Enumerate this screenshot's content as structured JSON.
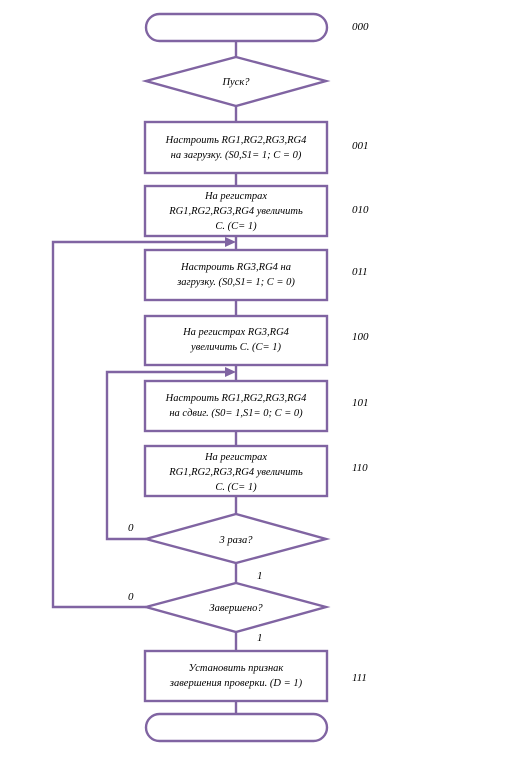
{
  "start": {
    "text": ""
  },
  "end": {
    "text": ""
  },
  "decisions": {
    "start_question": "Пуск?",
    "three_times": "3 раза?",
    "finished": "Завершено?"
  },
  "steps": [
    {
      "code": "001",
      "lines": [
        "Настроить RG1,RG2,RG3,RG4",
        "на загрузку. (S0,S1= 1; C = 0)"
      ]
    },
    {
      "code": "010",
      "lines": [
        "На регистрах",
        "RG1,RG2,RG3,RG4 увеличить",
        "C. (C= 1)"
      ]
    },
    {
      "code": "011",
      "lines": [
        "Настроить RG3,RG4 на",
        "загрузку. (S0,S1= 1; C = 0)"
      ]
    },
    {
      "code": "100",
      "lines": [
        "На регистрах RG3,RG4",
        "увеличить C. (C= 1)"
      ]
    },
    {
      "code": "101",
      "lines": [
        "Настроить RG1,RG2,RG3,RG4",
        "на сдвиг. (S0= 1,S1= 0; C = 0)"
      ]
    },
    {
      "code": "110",
      "lines": [
        "На регистрах",
        "RG1,RG2,RG3,RG4 увеличить",
        "C. (C= 1)"
      ]
    },
    {
      "code": "111",
      "lines": [
        "Установить признак",
        "завершения проверки. (D = 1)"
      ]
    }
  ],
  "start_code": "000",
  "branch_labels": {
    "three_times_no": "0",
    "three_times_yes": "1",
    "finished_no": "0",
    "finished_yes": "1"
  },
  "colors": {
    "stroke": "#8064a2",
    "fill": "#ffffff",
    "text": "#000000"
  }
}
